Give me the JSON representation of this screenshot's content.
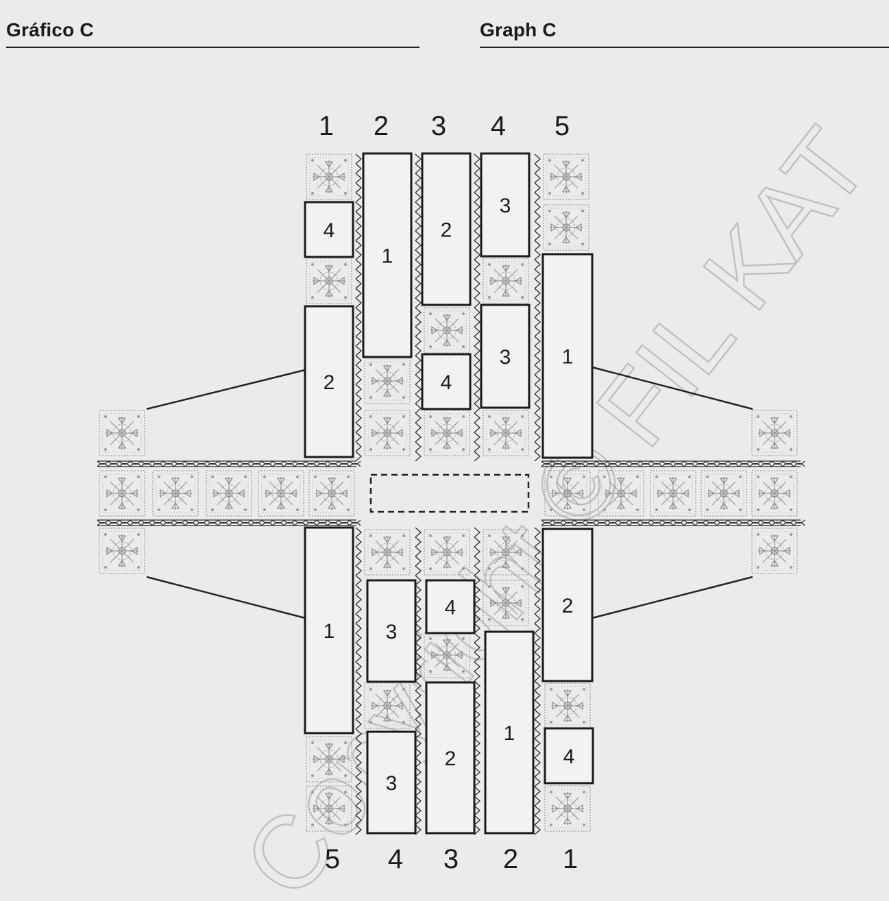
{
  "headings": {
    "left": "Gráfico C",
    "right": "Graph C"
  },
  "watermark": "Copyright © FIL KAT",
  "colors": {
    "background": "#ebebea",
    "panel_fill": "#f2f2f1",
    "panel_stroke": "#1a1a1a",
    "motif": "#9a9a9a",
    "watermark": "#bdbdbd"
  },
  "diagram": {
    "top_column_numbers": [
      "1",
      "2",
      "3",
      "4",
      "5"
    ],
    "bottom_column_numbers": [
      "5",
      "4",
      "3",
      "2",
      "1"
    ],
    "top_pieces": [
      "4",
      "2",
      "1",
      "2",
      "4",
      "3",
      "3",
      "1"
    ],
    "bottom_pieces": [
      "1",
      "3",
      "3",
      "4",
      "2",
      "1",
      "2",
      "4"
    ]
  }
}
